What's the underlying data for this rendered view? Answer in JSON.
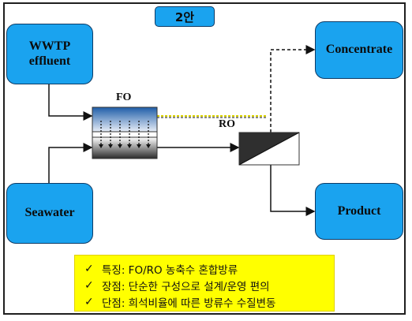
{
  "title": "2안",
  "nodes": {
    "wwtp": [
      "WWTP",
      "effluent"
    ],
    "seawater": "Seawater",
    "concentrate": "Concentrate",
    "product": "Product"
  },
  "labels": {
    "fo": "FO",
    "ro": "RO"
  },
  "notes": [
    {
      "icon": "check-icon",
      "text": "특징: FO/RO 농축수 혼합방류"
    },
    {
      "icon": "check-icon",
      "text": "장점: 단순한 구성으로 설계/운영 편의"
    },
    {
      "icon": "check-icon",
      "text": "단점: 희석비율에 따른 방류수 수질변동"
    }
  ],
  "colors": {
    "node_fill": "#1aa3ef",
    "node_border": "#0d3b66",
    "note_fill": "#ffff00",
    "fo_flow_line": "#d8d000"
  }
}
